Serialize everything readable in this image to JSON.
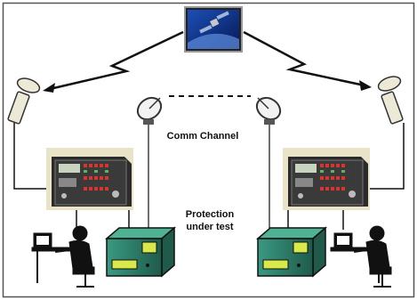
{
  "labels": {
    "comm_channel": "Comm Channel",
    "protection_line1": "Protection",
    "protection_line2": "under test"
  },
  "colors": {
    "frame": "#555555",
    "wire": "#111111",
    "device_panel": "#e9e4c8",
    "device_body": "#2b2b2b",
    "relay_box": "#2f7e6a",
    "relay_screen": "#d9e84a",
    "satellite_sky": "#0a2a7a",
    "gps_beige": "#ece9d6"
  },
  "icons": [
    "satellite-icon",
    "gps-antenna-icon",
    "microwave-dish-icon",
    "test-set-icon",
    "relay-icon",
    "operator-icon"
  ]
}
